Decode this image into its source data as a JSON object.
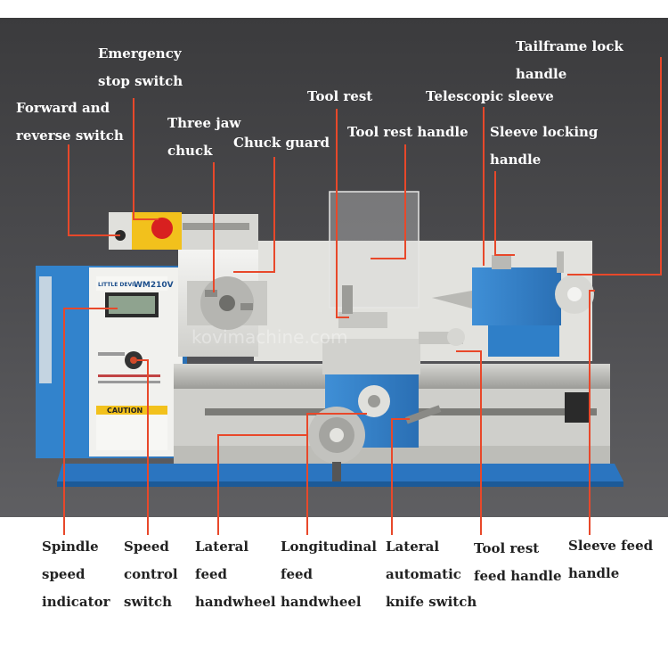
{
  "colors": {
    "background_top": "#3e3e40",
    "background_bottom": "#ffffff",
    "leader": "#e8482a",
    "machine_blue": "#2f7fc8",
    "machine_white": "#e9e9e6",
    "bed_gray": "#b7b7b2"
  },
  "labels": {
    "emergency_stop": "Emergency\nstop switch",
    "forward_reverse": "Forward and\nreverse switch",
    "three_jaw_chuck": "Three jaw\nchuck",
    "chuck_guard": "Chuck guard",
    "tool_rest": "Tool rest",
    "tool_rest_handle": "Tool rest handle",
    "telescopic_sleeve": "Telescopic sleeve",
    "sleeve_locking_handle": "Sleeve locking\nhandle",
    "tailframe_lock_handle": "Tailframe lock handle",
    "spindle_speed_indicator": "Spindle\nspeed\nindicator",
    "speed_control_switch": "Speed\ncontrol\nswitch",
    "lateral_feed_handwheel": "Lateral\nfeed\nhandwheel",
    "longitudinal_feed_handwheel": "Longitudinal\nfeed\nhandwheel",
    "lateral_automatic_knife_switch": "Lateral\nautomatic\nknife switch",
    "tool_rest_feed_handle": "Tool rest\nfeed handle",
    "sleeve_feed_handle": "Sleeve feed\nhandle"
  },
  "machine": {
    "brand_badge": "LITTLE DEVIL",
    "model": "WM210V",
    "caution_label": "CAUTION",
    "watermark": "kovimachine.com"
  }
}
